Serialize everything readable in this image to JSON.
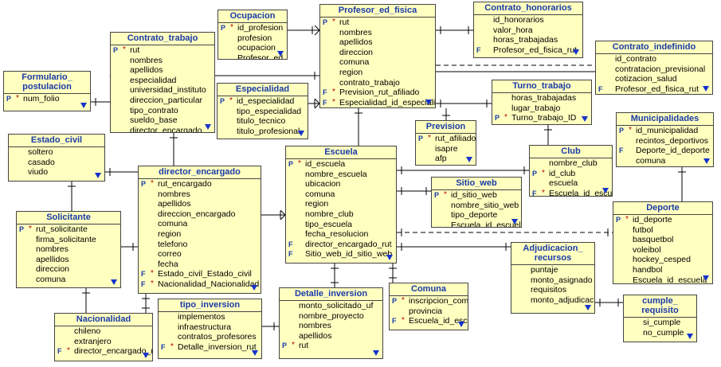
{
  "entities": [
    {
      "id": "ocupacion",
      "title": "Ocupacion",
      "attrs": [
        {
          "k": "P",
          "m": "*",
          "t": "id_profesion"
        },
        {
          "k": "",
          "m": "",
          "t": "profesion"
        },
        {
          "k": "",
          "m": "",
          "t": "ocupacion"
        },
        {
          "k": "",
          "m": "",
          "t": "Profesor_ed_fisica"
        }
      ]
    },
    {
      "id": "profesor_ed_fisica",
      "title": "Profesor_ed_fisica",
      "attrs": [
        {
          "k": "P",
          "m": "*",
          "t": "rut"
        },
        {
          "k": "",
          "m": "",
          "t": "nombres"
        },
        {
          "k": "",
          "m": "",
          "t": "apellidos"
        },
        {
          "k": "",
          "m": "",
          "t": "direccion"
        },
        {
          "k": "",
          "m": "",
          "t": "comuna"
        },
        {
          "k": "",
          "m": "",
          "t": "region"
        },
        {
          "k": "",
          "m": "",
          "t": "contrato_trabajo"
        },
        {
          "k": "F",
          "m": "*",
          "t": "Prevision_rut_afiliado"
        },
        {
          "k": "F",
          "m": "*",
          "t": "Especialidad_id_especialidad"
        }
      ]
    },
    {
      "id": "contrato_honorarios",
      "title": "Contrato_honorarios",
      "attrs": [
        {
          "k": "",
          "m": "",
          "t": "id_honorarios"
        },
        {
          "k": "",
          "m": "",
          "t": "valor_hora"
        },
        {
          "k": "",
          "m": "",
          "t": "horas_trabajadas"
        },
        {
          "k": "F",
          "m": "",
          "t": "Profesor_ed_fisica_rut"
        }
      ]
    },
    {
      "id": "contrato_trabajo",
      "title": "Contrato_trabajo",
      "attrs": [
        {
          "k": "P",
          "m": "*",
          "t": "rut"
        },
        {
          "k": "",
          "m": "",
          "t": "nombres"
        },
        {
          "k": "",
          "m": "",
          "t": "apellidos"
        },
        {
          "k": "",
          "m": "",
          "t": "especialidad"
        },
        {
          "k": "",
          "m": "",
          "t": "universidad_instituto"
        },
        {
          "k": "",
          "m": "",
          "t": "direccion_particular"
        },
        {
          "k": "",
          "m": "",
          "t": "tipo_contrato"
        },
        {
          "k": "",
          "m": "",
          "t": "sueldo_base"
        },
        {
          "k": "",
          "m": "",
          "t": "director_encargado"
        }
      ]
    },
    {
      "id": "contrato_indefinido",
      "title": "Contrato_indefinido",
      "attrs": [
        {
          "k": "",
          "m": "",
          "t": "id_contrato"
        },
        {
          "k": "",
          "m": "",
          "t": "contratacion_previsional"
        },
        {
          "k": "",
          "m": "",
          "t": "cotizacion_salud"
        },
        {
          "k": "F",
          "m": "",
          "t": "Profesor_ed_fisica_rut"
        }
      ]
    },
    {
      "id": "formulario_postulacion",
      "title": "Formulario_\npostulacion",
      "attrs": [
        {
          "k": "P",
          "m": "*",
          "t": "num_folio"
        }
      ]
    },
    {
      "id": "especialidad",
      "title": "Especialidad",
      "attrs": [
        {
          "k": "P",
          "m": "*",
          "t": "id_especialidad"
        },
        {
          "k": "",
          "m": "",
          "t": "tipo_especialidad"
        },
        {
          "k": "",
          "m": "",
          "t": "titulo_tecnico"
        },
        {
          "k": "",
          "m": "",
          "t": "titulo_profesional"
        }
      ]
    },
    {
      "id": "turno_trabajo",
      "title": "Turno_trabajo",
      "attrs": [
        {
          "k": "",
          "m": "",
          "t": "horas_trabajadas"
        },
        {
          "k": "",
          "m": "",
          "t": "lugar_trabajo"
        },
        {
          "k": "P",
          "m": "*",
          "t": "Turno_trabajo_ID"
        }
      ]
    },
    {
      "id": "municipalidades",
      "title": "Municipalidades",
      "attrs": [
        {
          "k": "P",
          "m": "*",
          "t": "id_municipalidad"
        },
        {
          "k": "",
          "m": "",
          "t": "recintos_deportivos"
        },
        {
          "k": "F",
          "m": "",
          "t": "Deporte_id_deporte"
        },
        {
          "k": "",
          "m": "",
          "t": "comuna"
        }
      ]
    },
    {
      "id": "prevision",
      "title": "Prevision",
      "attrs": [
        {
          "k": "P",
          "m": "*",
          "t": "rut_afiliado"
        },
        {
          "k": "",
          "m": "",
          "t": "isapre"
        },
        {
          "k": "",
          "m": "",
          "t": "afp"
        }
      ]
    },
    {
      "id": "estado_civil",
      "title": "Estado_civil",
      "attrs": [
        {
          "k": "",
          "m": "",
          "t": "soltero"
        },
        {
          "k": "",
          "m": "",
          "t": "casado"
        },
        {
          "k": "",
          "m": "",
          "t": "viudo"
        }
      ]
    },
    {
      "id": "escuela",
      "title": "Escuela",
      "attrs": [
        {
          "k": "P",
          "m": "*",
          "t": "id_escuela"
        },
        {
          "k": "",
          "m": "",
          "t": "nombre_escuela"
        },
        {
          "k": "",
          "m": "",
          "t": "ubicacion"
        },
        {
          "k": "",
          "m": "",
          "t": "comuna"
        },
        {
          "k": "",
          "m": "",
          "t": "region"
        },
        {
          "k": "",
          "m": "",
          "t": "nombre_club"
        },
        {
          "k": "",
          "m": "",
          "t": "tipo_escuela"
        },
        {
          "k": "",
          "m": "",
          "t": "fecha_resolucion"
        },
        {
          "k": "F",
          "m": "",
          "t": "director_encargado_rut"
        },
        {
          "k": "F",
          "m": "",
          "t": "Sitio_web_id_sitio_web"
        }
      ]
    },
    {
      "id": "club",
      "title": "Club",
      "attrs": [
        {
          "k": "",
          "m": "",
          "t": "nombre_club"
        },
        {
          "k": "P",
          "m": "*",
          "t": "id_club"
        },
        {
          "k": "",
          "m": "",
          "t": "escuela"
        },
        {
          "k": "F",
          "m": "*",
          "t": "Escuela_id_escuela"
        }
      ]
    },
    {
      "id": "director_encargado",
      "title": "director_encargado",
      "attrs": [
        {
          "k": "P",
          "m": "*",
          "t": "rut_encargado"
        },
        {
          "k": "",
          "m": "",
          "t": "nombres"
        },
        {
          "k": "",
          "m": "",
          "t": "apellidos"
        },
        {
          "k": "",
          "m": "",
          "t": "direccion_encargado"
        },
        {
          "k": "",
          "m": "",
          "t": "comuna"
        },
        {
          "k": "",
          "m": "",
          "t": "region"
        },
        {
          "k": "",
          "m": "",
          "t": "telefono"
        },
        {
          "k": "",
          "m": "",
          "t": "correo"
        },
        {
          "k": "",
          "m": "",
          "t": "fecha"
        },
        {
          "k": "F",
          "m": "*",
          "t": "Estado_civil_Estado_civil"
        },
        {
          "k": "F",
          "m": "*",
          "t": "Nacionalidad_Nacionalidad"
        }
      ]
    },
    {
      "id": "sitio_web",
      "title": "Sitio_web",
      "attrs": [
        {
          "k": "P",
          "m": "*",
          "t": "id_sitio_web"
        },
        {
          "k": "",
          "m": "",
          "t": "nombre_sitio_web"
        },
        {
          "k": "",
          "m": "",
          "t": "tipo_deporte"
        },
        {
          "k": "",
          "m": "",
          "t": "Escuela_id_escuela"
        }
      ]
    },
    {
      "id": "deporte",
      "title": "Deporte",
      "attrs": [
        {
          "k": "P",
          "m": "*",
          "t": "id_deporte"
        },
        {
          "k": "",
          "m": "",
          "t": "futbol"
        },
        {
          "k": "",
          "m": "",
          "t": "basquetbol"
        },
        {
          "k": "",
          "m": "",
          "t": "voleibol"
        },
        {
          "k": "",
          "m": "",
          "t": "hockey_cesped"
        },
        {
          "k": "",
          "m": "",
          "t": "handbol"
        },
        {
          "k": "",
          "m": "",
          "t": "Escuela_id_escuela"
        }
      ]
    },
    {
      "id": "solicitante",
      "title": "Solicitante",
      "attrs": [
        {
          "k": "P",
          "m": "*",
          "t": "rut_solicitante"
        },
        {
          "k": "",
          "m": "",
          "t": "firma_solicitante"
        },
        {
          "k": "",
          "m": "",
          "t": "nombres"
        },
        {
          "k": "",
          "m": "",
          "t": "apellidos"
        },
        {
          "k": "",
          "m": "",
          "t": "direccion"
        },
        {
          "k": "",
          "m": "",
          "t": "comuna"
        }
      ]
    },
    {
      "id": "adjudicacion_recursos",
      "title": "Adjudicacion_\nrecursos",
      "attrs": [
        {
          "k": "",
          "m": "",
          "t": "puntaje"
        },
        {
          "k": "",
          "m": "",
          "t": "monto_asignado"
        },
        {
          "k": "",
          "m": "",
          "t": "requisitos"
        },
        {
          "k": "",
          "m": "",
          "t": "monto_adjudicacion"
        }
      ]
    },
    {
      "id": "tipo_inversion",
      "title": "tipo_inversion",
      "attrs": [
        {
          "k": "",
          "m": "",
          "t": "implementos"
        },
        {
          "k": "",
          "m": "",
          "t": "infraestructura"
        },
        {
          "k": "",
          "m": "",
          "t": "contratos_profesores"
        },
        {
          "k": "F",
          "m": "*",
          "t": "Detalle_inversion_rut"
        }
      ]
    },
    {
      "id": "detalle_inversion",
      "title": "Detalle_inversion",
      "attrs": [
        {
          "k": "",
          "m": "",
          "t": "monto_solicitado_uf"
        },
        {
          "k": "",
          "m": "",
          "t": "nombre_proyecto"
        },
        {
          "k": "",
          "m": "",
          "t": "nombres"
        },
        {
          "k": "",
          "m": "",
          "t": "apellidos"
        },
        {
          "k": "P",
          "m": "*",
          "t": "rut"
        }
      ]
    },
    {
      "id": "comuna",
      "title": "Comuna",
      "attrs": [
        {
          "k": "P",
          "m": "*",
          "t": "inscripcion_comuna"
        },
        {
          "k": "",
          "m": "",
          "t": "provincia"
        },
        {
          "k": "F",
          "m": "*",
          "t": "Escuela_id_escuela"
        }
      ]
    },
    {
      "id": "cumple_requisito",
      "title": "cumple_\nrequisito",
      "attrs": [
        {
          "k": "",
          "m": "",
          "t": "si_cumple"
        },
        {
          "k": "",
          "m": "",
          "t": "no_cumple"
        }
      ]
    },
    {
      "id": "nacionalidad",
      "title": "Nacionalidad",
      "attrs": [
        {
          "k": "",
          "m": "",
          "t": "chileno"
        },
        {
          "k": "",
          "m": "",
          "t": "extranjero"
        },
        {
          "k": "F",
          "m": "*",
          "t": "director_encargado_rut_encargado"
        }
      ]
    }
  ],
  "colors": {
    "fill": "#ffffc0",
    "title": "#1a3aa8",
    "border": "#444444",
    "pk": "#1a3aa8",
    "mandatory": "#b30000",
    "indicator": "#1633cc",
    "line": "#000000"
  }
}
